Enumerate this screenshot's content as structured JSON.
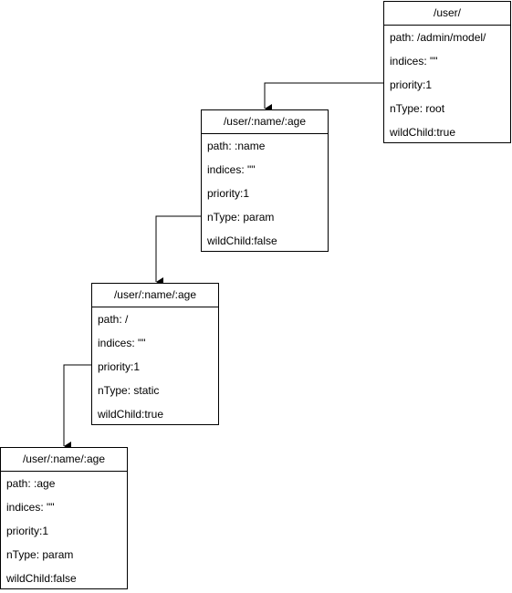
{
  "nodes": [
    {
      "title": "/user/",
      "fields": [
        "path: /admin/model/",
        "indices: \"\"",
        "priority:1",
        "nType: root",
        "wildChild:true"
      ]
    },
    {
      "title": "/user/:name/:age",
      "fields": [
        "path: :name",
        "indices: \"\"",
        "priority:1",
        "nType: param",
        "wildChild:false"
      ]
    },
    {
      "title": "/user/:name/:age",
      "fields": [
        "path: /",
        "indices: \"\"",
        "priority:1",
        "nType: static",
        "wildChild:true"
      ]
    },
    {
      "title": "/user/:name/:age",
      "fields": [
        "path: :age",
        "indices: \"\"",
        "priority:1",
        "nType: param",
        "wildChild:false"
      ]
    }
  ],
  "edges": [
    {
      "from": "node-1",
      "to": "node-2"
    },
    {
      "from": "node-2",
      "to": "node-3"
    },
    {
      "from": "node-3",
      "to": "node-4"
    }
  ],
  "colors": {
    "stroke": "#000000",
    "background": "#ffffff"
  }
}
